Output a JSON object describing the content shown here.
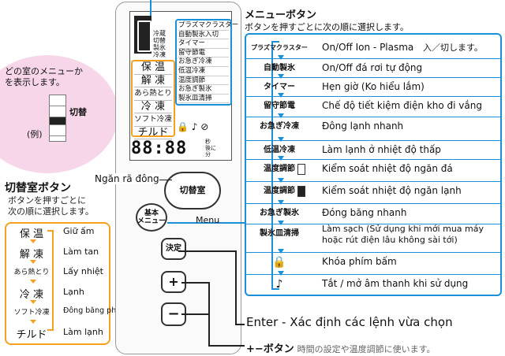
{
  "remote": {
    "lcd_left": [
      "冷蔵",
      "切替",
      "製氷",
      "冷凍"
    ],
    "lcd_menu": [
      "プラズマクラスター",
      "自動製氷入切",
      "タイマー",
      "留守節電",
      "お急ぎ冷凍",
      "低温冷凍",
      "温度調節",
      "お急ぎ製氷",
      "製氷皿清掃"
    ],
    "lcd_rooms": [
      "保 温",
      "解 凍",
      "あら熱とり",
      "冷 凍",
      "ソフト冷凍",
      "チルド"
    ],
    "lcd_digits": "88:88",
    "lcd_tiny": "秒\n後に\n分",
    "btn_switch": "切替室",
    "btn_basic": "基本\nメニュー",
    "btn_kettei": "決定",
    "btn_plus": "+",
    "btn_minus": "−"
  },
  "left": {
    "bubble_text": "どの室のメニューか\nを表示します。",
    "fridge_label": "切替",
    "example": "(例)",
    "title": "切替室ボタン",
    "subtitle": "ボタンを押すごとに\n次の順に選択します。",
    "items": [
      {
        "jp": "保 温",
        "vn": "Giữ ấm"
      },
      {
        "jp": "解 凍",
        "vn": "Làm tan"
      },
      {
        "jp": "あら熱とり",
        "vn": "Lấy nhiệt"
      },
      {
        "jp": "冷 凍",
        "vn": "Lạnh"
      },
      {
        "jp": "ソフト冷凍",
        "vn": "Đông băng phần mềm"
      },
      {
        "jp": "チルド",
        "vn": "Làm lạnh"
      }
    ]
  },
  "right": {
    "title": "メニューボタン",
    "subtitle": "ボタンを押すごとに次の順に選択します。",
    "items": [
      {
        "jp": "プラズマクラスター",
        "vn": "On/Off Ion - Plasma",
        "extra": "入／切します。"
      },
      {
        "jp": "自動製氷",
        "vn": "On/Off đá rơi tự động"
      },
      {
        "jp": "タイマー",
        "vn": "Hẹn giờ (Ko hiểu lắm)"
      },
      {
        "jp": "留守節電",
        "vn": "Chế độ tiết kiệm điện kho đi vắng"
      },
      {
        "jp": "お急ぎ冷凍",
        "vn": "Đông lạnh nhanh"
      },
      {
        "jp": "低温冷凍",
        "vn": "Làm lạnh ở nhiệt độ thấp"
      },
      {
        "jp": "温度調節",
        "vn": "Kiểm soát nhiệt độ ngăn đá"
      },
      {
        "jp": "温度調節",
        "vn": "Kiểm soát nhiệt độ ngăn lạnh"
      },
      {
        "jp": "お急ぎ製氷",
        "vn": "Đóng băng nhanh"
      },
      {
        "jp": "製氷皿清掃",
        "vn": "Làm sạch (Sử dụng khi mới mua máy\nhoặc rút điện lâu không sài tới)"
      },
      {
        "jp": "🔒",
        "vn": "Khóa phím bấm"
      },
      {
        "jp": "♪",
        "vn": "Tắt / mở âm thanh khi sử dụng"
      }
    ]
  },
  "annotations": {
    "timer": "Ngăn rã đông",
    "menu": "Menu",
    "enter": "Enter - Xác định các lệnh vừa chọn",
    "plusminus_title": "+−ボタン",
    "plusminus_rest": "時間の設定や温度調節に使います。"
  },
  "colors": {
    "blue": "#1b90d8",
    "orange": "#f5a020",
    "pink": "#f7d6ea"
  }
}
